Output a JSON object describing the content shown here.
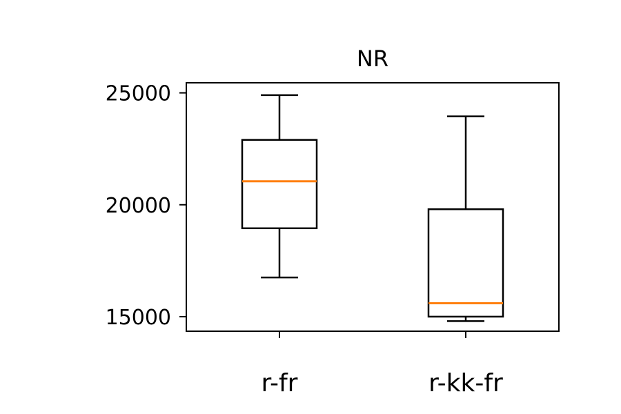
{
  "chart_data": {
    "type": "box",
    "title": "NR",
    "xlabel": "",
    "ylabel": "",
    "categories": [
      "r-fr",
      "r-kk-fr"
    ],
    "yticks": [
      15000,
      20000,
      25000
    ],
    "ytick_labels": [
      "15000",
      "20000",
      "25000"
    ],
    "ylim": [
      14350,
      25450
    ],
    "grid": false,
    "boxes": [
      {
        "category": "r-fr",
        "whisker_low": 16750,
        "q1": 18950,
        "median": 21050,
        "q3": 22900,
        "whisker_high": 24900
      },
      {
        "category": "r-kk-fr",
        "whisker_low": 14800,
        "q1": 15000,
        "median": 15600,
        "q3": 19800,
        "whisker_high": 23950
      }
    ],
    "colors": {
      "box": "#000000",
      "median": "#ff7f0e",
      "axis": "#000000"
    }
  }
}
